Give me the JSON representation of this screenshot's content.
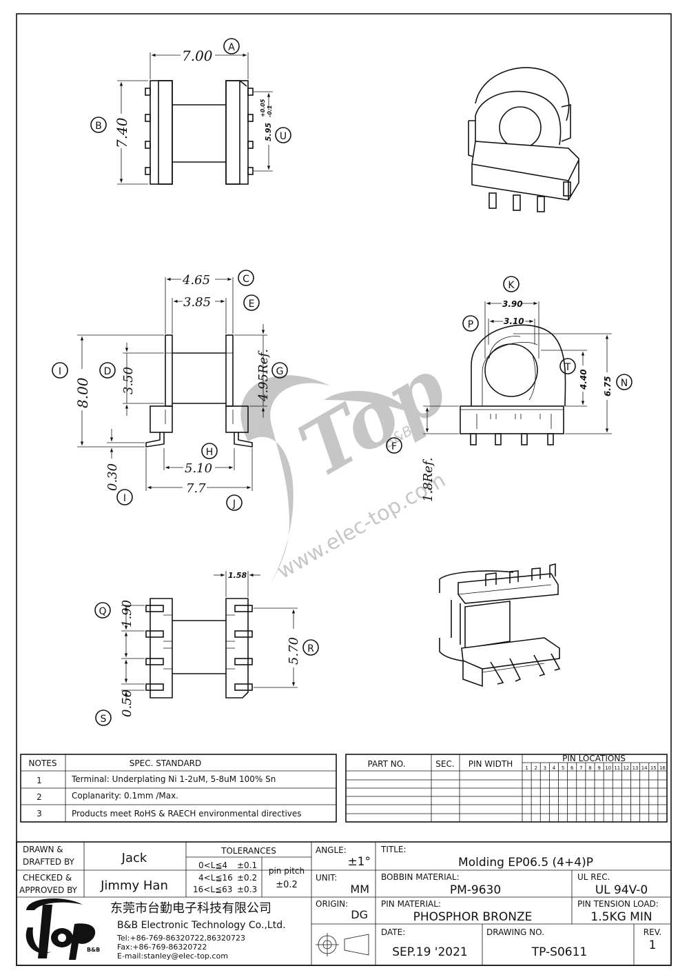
{
  "labels": {
    "A": "A",
    "B": "B",
    "C": "C",
    "D": "D",
    "E": "E",
    "F": "F",
    "G": "G",
    "H": "H",
    "I": "I",
    "J": "J",
    "K": "K",
    "N": "N",
    "P": "P",
    "Q": "Q",
    "R": "R",
    "S": "S",
    "T": "T",
    "U": "U"
  },
  "dims": {
    "top_width": "7.00",
    "top_height": "7.40",
    "top_pin": "5.95",
    "top_pin_tol_plus": "+0.05",
    "top_pin_tol_minus": "-0.1",
    "side_c": "4.65",
    "side_e": "3.85",
    "side_i": "8.00",
    "side_d": "3.50",
    "side_g": "4.95Ref.",
    "side_h": "5.10",
    "side_j": "7.7",
    "side_i2": "0.30",
    "front_k": "3.90",
    "front_p": "3.10",
    "front_t": "4.40",
    "front_n": "6.75",
    "front_f": "1.8Ref.",
    "bottom_w": "1.58",
    "bottom_q": "1.90",
    "bottom_r": "5.70",
    "bottom_s": "0.50"
  },
  "watermark": {
    "brand": "Top",
    "sub": "B&B",
    "url": "www.elec-top.com"
  },
  "notes": {
    "header_notes": "NOTES",
    "header_spec": "SPEC. STANDARD",
    "rows": [
      {
        "no": "1",
        "text": "Terminal: Underplating Ni 1-2uM, 5-8uM 100% Sn"
      },
      {
        "no": "2",
        "text": "Coplanarity: 0.1mm /Max."
      },
      {
        "no": "3",
        "text": "Products meet RoHS & RAECH environmental directives"
      }
    ]
  },
  "parts_table": {
    "header_part": "PART NO.",
    "header_sec": "SEC.",
    "header_pin_width": "PIN WIDTH",
    "header_pin_locations": "PIN LOCATIONS",
    "pin_numbers": [
      "1",
      "2",
      "3",
      "4",
      "5",
      "6",
      "7",
      "8",
      "9",
      "10",
      "11",
      "12",
      "13",
      "14",
      "15",
      "16"
    ]
  },
  "title_block": {
    "drawn_label": "DRAWN &",
    "drafted_label": "DRAFTED BY",
    "drawn_value": "Jack",
    "checked_label": "CHECKED &",
    "approved_label": "APPROVED BY",
    "checked_value": "Jimmy Han",
    "tolerances_label": "TOLERANCES",
    "tol_r1": "0<L≦4",
    "tol_v1": "±0.1",
    "tol_r2": "4<L≦16",
    "tol_v2": "±0.2",
    "tol_r3": "16<L≦63",
    "tol_v3": "±0.3",
    "pin_pitch_label": "pin pitch",
    "pin_pitch_value": "±0.2",
    "angle_label": "ANGLE:",
    "angle_value": "±1°",
    "unit_label": "UNIT:",
    "unit_value": "MM",
    "origin_label": "ORIGIN:",
    "origin_value": "DG",
    "title_label": "TITLE:",
    "title_value": "Molding    EP06.5 (4+4)P",
    "bobbin_label": "BOBBIN MATERIAL:",
    "bobbin_value": "PM-9630",
    "ul_label": "UL REC.",
    "ul_value": "UL 94V-0",
    "pin_material_label": "PIN MATERIAL:",
    "pin_material_value": "PHOSPHOR BRONZE",
    "tension_label": "PIN TENSION LOAD:",
    "tension_value": "1.5KG  MIN",
    "date_label": "DATE:",
    "date_value": "SEP.19 '2021",
    "drawing_label": "DRAWING NO.",
    "drawing_value": "TP-S0611",
    "rev_label": "REV.",
    "rev_value": "1"
  },
  "company": {
    "name_cn": "东莞市台勤电子科技有限公司",
    "name_en": "B&B Electronic Technology Co.,Ltd.",
    "tel": "Tel:+86-769-86320722,86320723",
    "fax": "Fax:+86-769-86320722",
    "email": "E-mail:stanley@elec-top.com",
    "logo_sub": "B&B"
  }
}
